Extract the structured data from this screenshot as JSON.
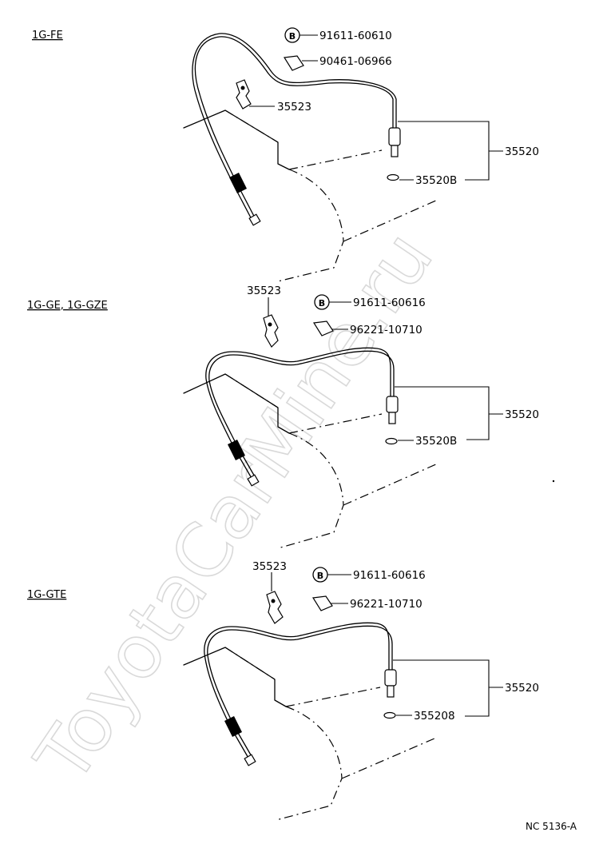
{
  "watermark": "ToyotaCarMine.ru",
  "drawing_number": "NC 5136-A",
  "sections": [
    {
      "engine": "1G-FE",
      "bolt_marker": "B",
      "bolt": "91611-60610",
      "clamp": "90461-06966",
      "bracket": "35523",
      "cable_assembly": "35520",
      "o_ring": "35520B"
    },
    {
      "engine": "1G-GE, 1G-GZE",
      "bolt_marker": "B",
      "bolt": "91611-60616",
      "clamp": "96221-10710",
      "bracket": "35523",
      "cable_assembly": "35520",
      "o_ring": "35520B"
    },
    {
      "engine": "1G-GTE",
      "bolt_marker": "B",
      "bolt": "91611-60616",
      "clamp": "96221-10710",
      "bracket": "35523",
      "cable_assembly": "35520",
      "o_ring": "355208"
    }
  ]
}
